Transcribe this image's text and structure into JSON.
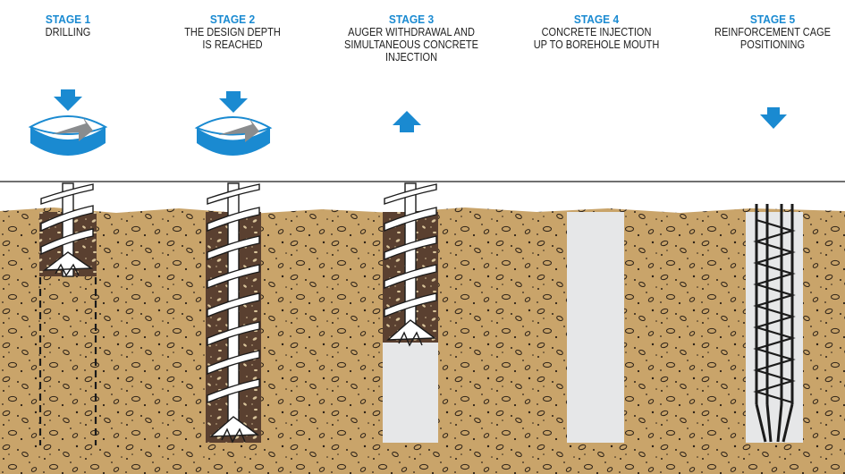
{
  "stages": [
    {
      "title": "STAGE 1",
      "lines": [
        "DRILLING"
      ],
      "action": "rotate-down"
    },
    {
      "title": "STAGE 2",
      "lines": [
        "THE DESIGN DEPTH",
        "IS REACHED"
      ],
      "action": "rotate-down"
    },
    {
      "title": "STAGE 3",
      "lines": [
        "AUGER WITHDRAWAL AND",
        "SIMULTANEOUS CONCRETE",
        "INJECTION"
      ],
      "action": "up"
    },
    {
      "title": "STAGE 4",
      "lines": [
        "CONCRETE INJECTION",
        "UP TO BOREHOLE MOUTH"
      ],
      "action": "none"
    },
    {
      "title": "STAGE 5",
      "lines": [
        "REINFORCEMENT CAGE",
        "POSITIONING"
      ],
      "action": "down"
    }
  ],
  "colors": {
    "accent": "#1a8ad1",
    "soil": "#c9a46a",
    "soil_dark": "#5a4030",
    "concrete": "#e6e7e8",
    "arrow_gray": "#8a8c8e"
  },
  "icons": [
    "rotation-arrow-icon",
    "down-arrow-icon",
    "up-arrow-icon",
    "auger-icon",
    "reinforcement-cage-icon"
  ]
}
